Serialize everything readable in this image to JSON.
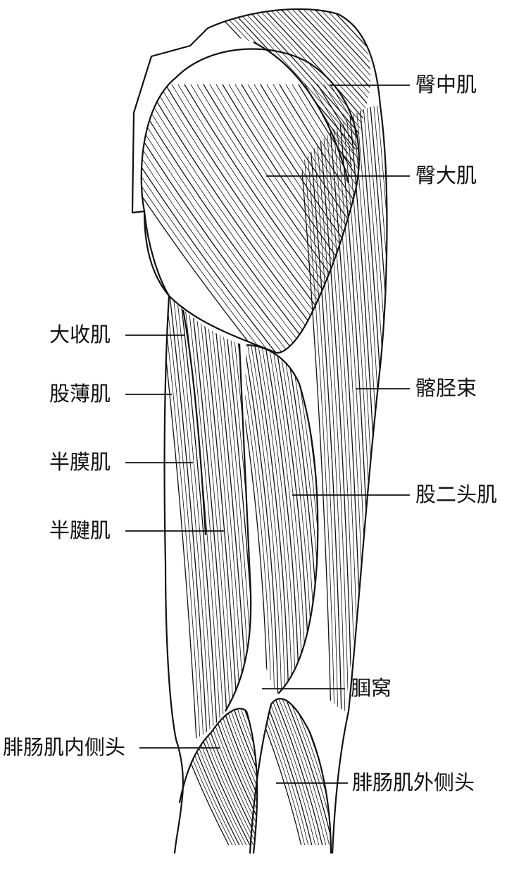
{
  "labels": {
    "gluteus_medius": "臀中肌",
    "gluteus_maximus": "臀大肌",
    "adductor_magnus": "大收肌",
    "iliotibial_tract": "髂胫束",
    "gracilis": "股薄肌",
    "semimembranosus": "半膜肌",
    "biceps_femoris": "股二头肌",
    "semitendinosus": "半腱肌",
    "popliteal_fossa": "腘窝",
    "gastrocnemius_medial_head": "腓肠肌内侧头",
    "gastrocnemius_lateral_head": "腓肠肌外侧头"
  },
  "colors": {
    "ink": "#111111",
    "paper": "#ffffff"
  }
}
